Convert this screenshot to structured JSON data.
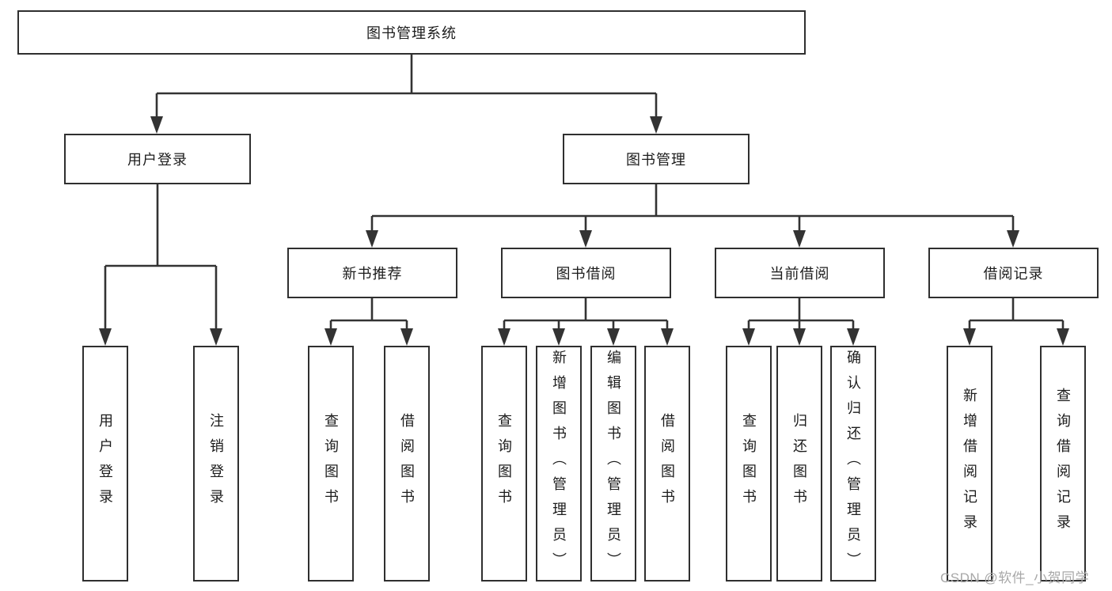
{
  "diagram_type": "hierarchy-tree",
  "colors": {
    "background": "#ffffff",
    "line": "#333333",
    "box_border": "#2f2f2f",
    "text": "#1c1c1c",
    "watermark": "#a8a8a8"
  },
  "tree": {
    "root": {
      "label": "图书管理系统"
    },
    "level2": [
      {
        "label": "用户登录",
        "children": [
          {
            "label": "用户登录"
          },
          {
            "label": "注销登录"
          }
        ]
      },
      {
        "label": "图书管理",
        "children": [
          {
            "label": "新书推荐",
            "children": [
              {
                "label": "查询图书"
              },
              {
                "label": "借阅图书"
              }
            ]
          },
          {
            "label": "图书借阅",
            "children": [
              {
                "label": "查询图书"
              },
              {
                "label": "新增图书（管理员）"
              },
              {
                "label": "编辑图书（管理员）"
              },
              {
                "label": "借阅图书"
              }
            ]
          },
          {
            "label": "当前借阅",
            "children": [
              {
                "label": "查询图书"
              },
              {
                "label": "归还图书"
              },
              {
                "label": "确认归还（管理员）"
              }
            ]
          },
          {
            "label": "借阅记录",
            "children": [
              {
                "label": "新增借阅记录"
              },
              {
                "label": "查询借阅记录"
              }
            ]
          }
        ]
      }
    ]
  },
  "watermark": {
    "text": "CSDN @软件_小贺同学"
  }
}
